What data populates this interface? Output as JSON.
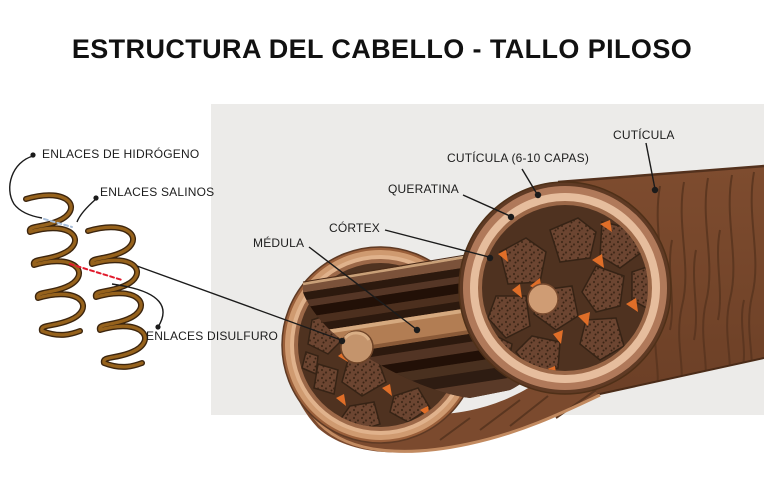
{
  "title": "ESTRUCTURA DEL CABELLO - TALLO PILOSO",
  "labels": {
    "hydrogen_bonds": "ENLACES DE HIDRÓGENO",
    "salt_bonds": "ENLACES SALINOS",
    "disulfide_bonds": "ENLACES DISULFURO",
    "medulla": "MÉDULA",
    "cortex": "CÓRTEX",
    "keratin": "QUERATINA",
    "cuticle_layers": "CUTÍCULA (6-10 CAPAS)",
    "cuticle": "CUTÍCULA"
  },
  "colors": {
    "background": "#ffffff",
    "panel_gray": "#ecebe9",
    "text": "#1c1c1c",
    "hair_base_brown": "#7b4a2e",
    "cuticle_light_ring": "#e2b694",
    "cortex_dark": "#5a3826",
    "orange_accent": "#e06e28",
    "medulla_band": "#b27d53",
    "red_disulfide_bond": "#e11a2c",
    "blue_hydrogen_bond": "#a8bdd8",
    "helix_tan": "#96621c"
  }
}
